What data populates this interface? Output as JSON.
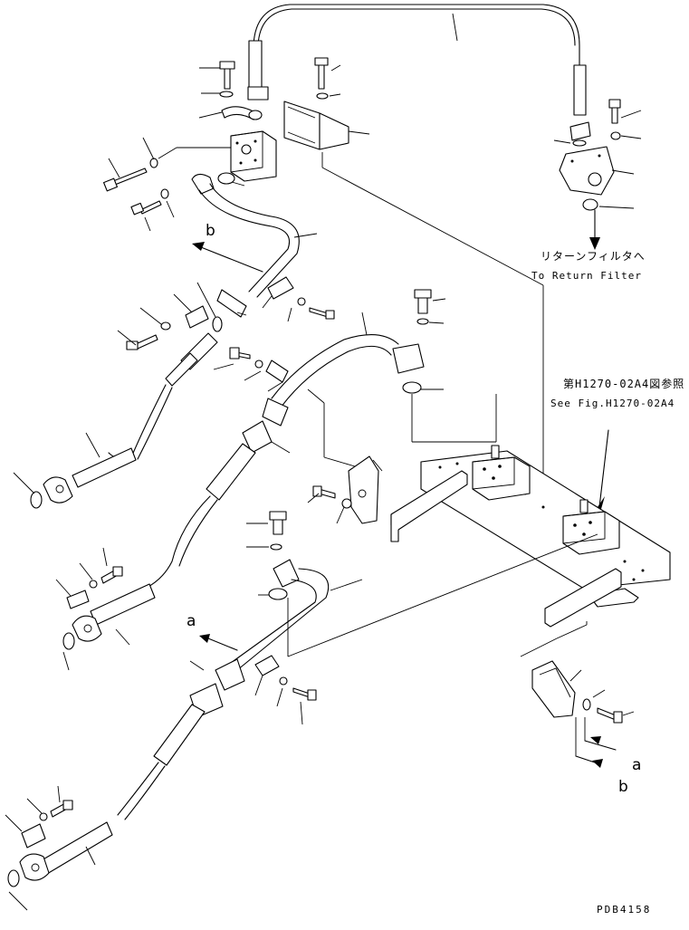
{
  "labels": {
    "return_filter_ja": "リターンフィルタへ",
    "return_filter_en": "To Return Filter",
    "fig_ref_ja": "第H1270-02A4図参照",
    "fig_ref_en": "See Fig.H1270-02A4",
    "callout_a": "a",
    "callout_b": "b",
    "drawing_code": "PDB4158"
  },
  "colors": {
    "ink": "#000000",
    "paper": "#ffffff"
  }
}
